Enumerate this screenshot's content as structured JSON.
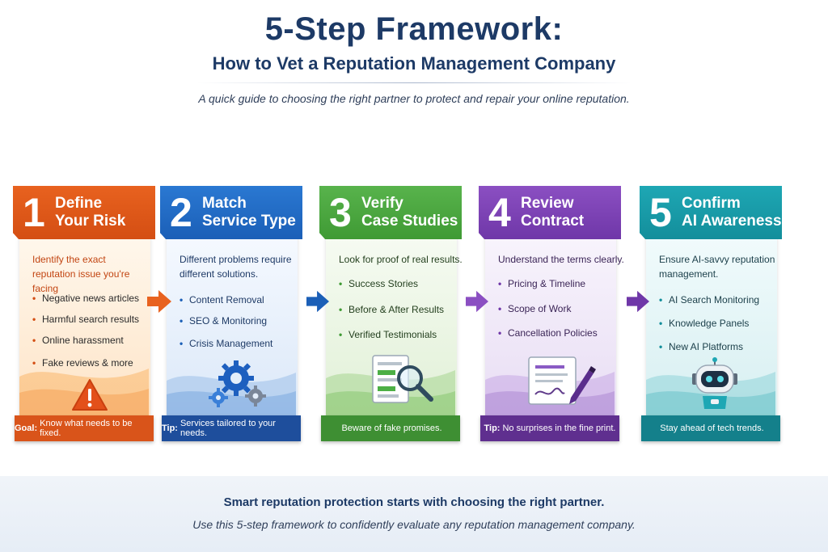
{
  "header": {
    "title": "5-Step Framework:",
    "subtitle": "How to Vet a Reputation Management Company",
    "tagline": "A quick guide to choosing the right partner to protect and repair your online reputation."
  },
  "steps": [
    {
      "number": "1",
      "title_line1": "Define",
      "title_line2": "Your Risk",
      "intro": "Identify the exact reputation issue you're facing",
      "items": [
        "Negative news articles",
        "Harmful search results",
        "Online harassment",
        "Fake reviews & more"
      ],
      "icon": "warning-icon",
      "footer_prefix": "Goal:",
      "footer_text": "Know what needs to be fixed.",
      "color": "#d9541a"
    },
    {
      "number": "2",
      "title_line1": "Match",
      "title_line2": "Service Type",
      "intro": "Different problems require different solutions.",
      "items": [
        "Content Removal",
        "SEO & Monitoring",
        "Crisis Management"
      ],
      "icon": "gears-icon",
      "footer_prefix": "Tip:",
      "footer_text": "Services tailored to your needs.",
      "color": "#1e4e9c"
    },
    {
      "number": "3",
      "title_line1": "Verify",
      "title_line2": "Case Studies",
      "intro": "Look for proof of real results.",
      "items": [
        "Success Stories",
        "Before & After Results",
        "Verified Testimonials"
      ],
      "icon": "document-magnifier-icon",
      "footer_prefix": "",
      "footer_text": "Beware of fake promises.",
      "color": "#3e8f33"
    },
    {
      "number": "4",
      "title_line1": "Review",
      "title_line2": "Contract",
      "intro": "Understand the terms clearly.",
      "items": [
        "Pricing & Timeline",
        "Scope of Work",
        "Cancellation Policies"
      ],
      "icon": "contract-pen-icon",
      "footer_prefix": "Tip:",
      "footer_text": "No surprises in the fine print.",
      "color": "#5f2f8f"
    },
    {
      "number": "5",
      "title_line1": "Confirm",
      "title_line2": "AI Awareness",
      "intro": "Ensure AI-savvy reputation management.",
      "items": [
        "AI Search Monitoring",
        "Knowledge Panels",
        "New AI Platforms"
      ],
      "icon": "robot-icon",
      "footer_prefix": "",
      "footer_text": "Stay ahead of tech trends.",
      "color": "#14808b"
    }
  ],
  "bottom": {
    "headline": "Smart reputation protection starts with choosing the right partner.",
    "note": "Use this 5-step framework to confidently evaluate any reputation management company."
  }
}
